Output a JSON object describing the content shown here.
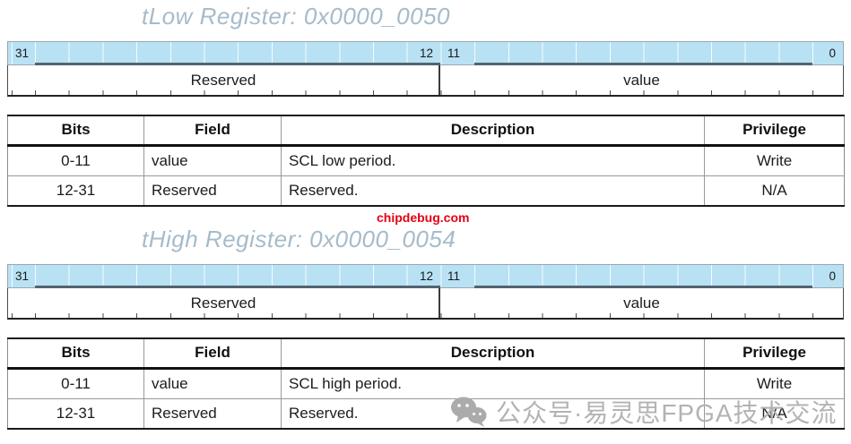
{
  "registers": [
    {
      "title": "tLow Register: 0x0000_0050",
      "bitfield": {
        "bit_msb": "31",
        "bit_12": "12",
        "bit_11": "11",
        "bit_lsb": "0",
        "field_high": "Reserved",
        "field_low": "value"
      },
      "table": {
        "headers": [
          "Bits",
          "Field",
          "Description",
          "Privilege"
        ],
        "rows": [
          {
            "bits": "0-11",
            "field": "value",
            "description": "SCL low period.",
            "privilege": "Write"
          },
          {
            "bits": "12-31",
            "field": "Reserved",
            "description": "Reserved.",
            "privilege": "N/A"
          }
        ]
      }
    },
    {
      "title": "tHigh Register: 0x0000_0054",
      "bitfield": {
        "bit_msb": "31",
        "bit_12": "12",
        "bit_11": "11",
        "bit_lsb": "0",
        "field_high": "Reserved",
        "field_low": "value"
      },
      "table": {
        "headers": [
          "Bits",
          "Field",
          "Description",
          "Privilege"
        ],
        "rows": [
          {
            "bits": "0-11",
            "field": "value",
            "description": "SCL high period.",
            "privilege": "Write"
          },
          {
            "bits": "12-31",
            "field": "Reserved",
            "description": "Reserved.",
            "privilege": "N/A"
          }
        ]
      }
    }
  ],
  "watermarks": {
    "chipdebug_text": "chipdebug.com",
    "wechat_text": "公众号·易灵思FPGA技术交流"
  },
  "colors": {
    "bitfield_header_blue": "#b9e1f4",
    "title_text": "#a6bbca",
    "chipdebug_red": "#e60012",
    "watermark_gray": "#b3b3b3",
    "table_border_dark": "#1a1a1a"
  }
}
